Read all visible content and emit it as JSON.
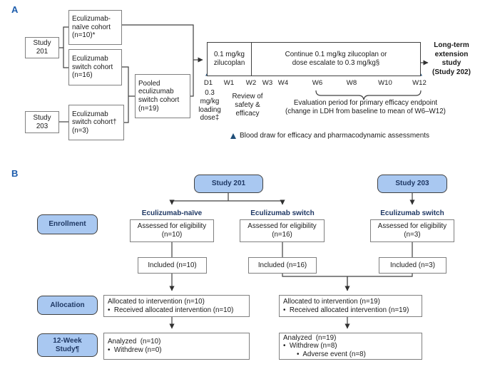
{
  "colors": {
    "accent_blue": "#1c5cac",
    "navy_text": "#1f3864",
    "pill_fill": "#a9c8f1",
    "marker_triangle": "#1f4e79",
    "connector_line": "#404040",
    "box_border": "#808080"
  },
  "panelA": {
    "label": "A",
    "study201": "Study\n201",
    "study203": "Study\n203",
    "naive_cohort": "Eculizumab-\nnaïve cohort\n(n=10)*",
    "switch_cohort_201": "Eculizumab\nswitch cohort\n(n=16)",
    "switch_cohort_203": "Eculizumab\nswitch cohort†\n(n=3)",
    "pooled_cohort": "Pooled\neculizumab\nswitch cohort\n(n=19)",
    "dose_phase1": "0.1 mg/kg\nzilucoplan",
    "dose_phase2": "Continue 0.1 mg/kg zilucoplan or\ndose escalate to 0.3 mg/kg§",
    "ticks": [
      "D1",
      "W1",
      "W2",
      "W3",
      "W4",
      "W6",
      "W8",
      "W10",
      "W12"
    ],
    "loading_dose_note": "0.3\nmg/kg\nloading\ndose‡",
    "review_note": "Review of\nsafety &\nefficacy",
    "evaluation_note": "Evaluation period for primary efficacy endpoint\n(change in LDH from baseline to mean of W6–W12)",
    "legend_text": "Blood draw for efficacy and pharmacodynamic assessments",
    "long_term_extension": "Long-term\nextension\nstudy\n(Study 202)"
  },
  "panelB": {
    "label": "B",
    "study201": "Study 201",
    "study203": "Study 203",
    "stages": {
      "enrollment": "Enrollment",
      "allocation": "Allocation",
      "twelve_week": "12-Week\nStudy¶"
    },
    "columns": [
      {
        "header": "Eculizumab-naïve",
        "assessed": "Assessed for eligibility\n(n=10)",
        "included": "Included (n=10)"
      },
      {
        "header": "Eculizumab switch",
        "assessed": "Assessed for eligibility\n(n=16)",
        "included": "Included (n=16)"
      },
      {
        "header": "Eculizumab switch",
        "assessed": "Assessed for eligibility\n(n=3)",
        "included": "Included (n=3)"
      }
    ],
    "allocated": [
      "Allocated to intervention (n=10)\n•  Received allocated intervention (n=10)",
      "Allocated to intervention (n=19)\n•  Received allocated intervention (n=19)"
    ],
    "analyzed": [
      "Analyzed  (n=10)\n•  Withdrew (n=0)",
      "Analyzed  (n=19)\n•  Withdrew (n=8)\n       •  Adverse event (n=8)"
    ]
  }
}
